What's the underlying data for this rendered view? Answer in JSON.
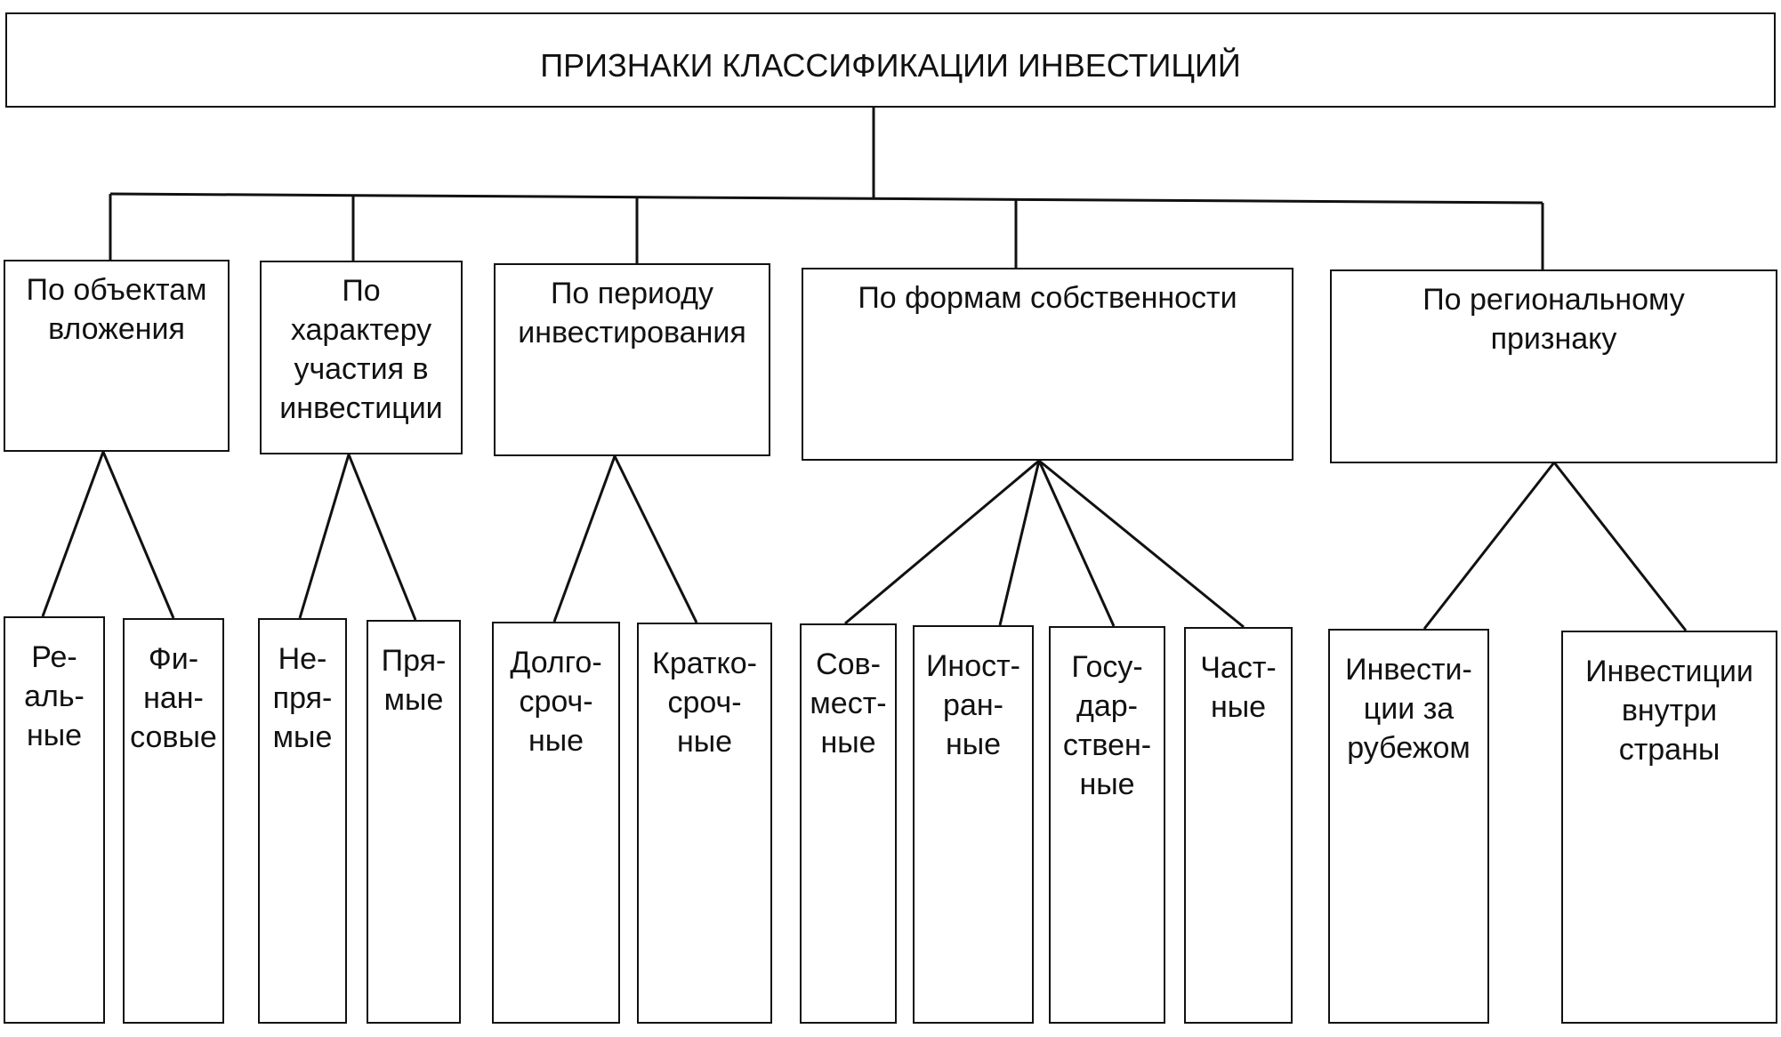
{
  "title": "ПРИЗНАКИ КЛАССИФИКАЦИИ ИНВЕСТИЦИЙ",
  "categories": [
    {
      "label": "По объектам\nвложения",
      "items": [
        "Ре-\nаль-\nные",
        "Фи-\nнан-\nсовые"
      ]
    },
    {
      "label": "По\nхарактеру\nучастия в\nинвестиции",
      "items": [
        "Не-\nпря-\nмые",
        "Пря-\nмые"
      ]
    },
    {
      "label": "По периоду\nинвестирования",
      "items": [
        "Долго-\nсроч-\nные",
        "Кратко-\nсроч-\nные"
      ]
    },
    {
      "label": "По формам собственности",
      "items": [
        "Сов-\nмест-\nные",
        "Иност-\nран-\nные",
        "Госу-\nдар-\nствен-\nные",
        "Част-\nные"
      ]
    },
    {
      "label": "По региональному\nпризнаку",
      "items": [
        "Инвести-\nции за\nрубежом",
        "Инвестиции\nвнутри\nстраны"
      ]
    }
  ],
  "colors": {
    "line": "#111111",
    "background": "#ffffff"
  }
}
